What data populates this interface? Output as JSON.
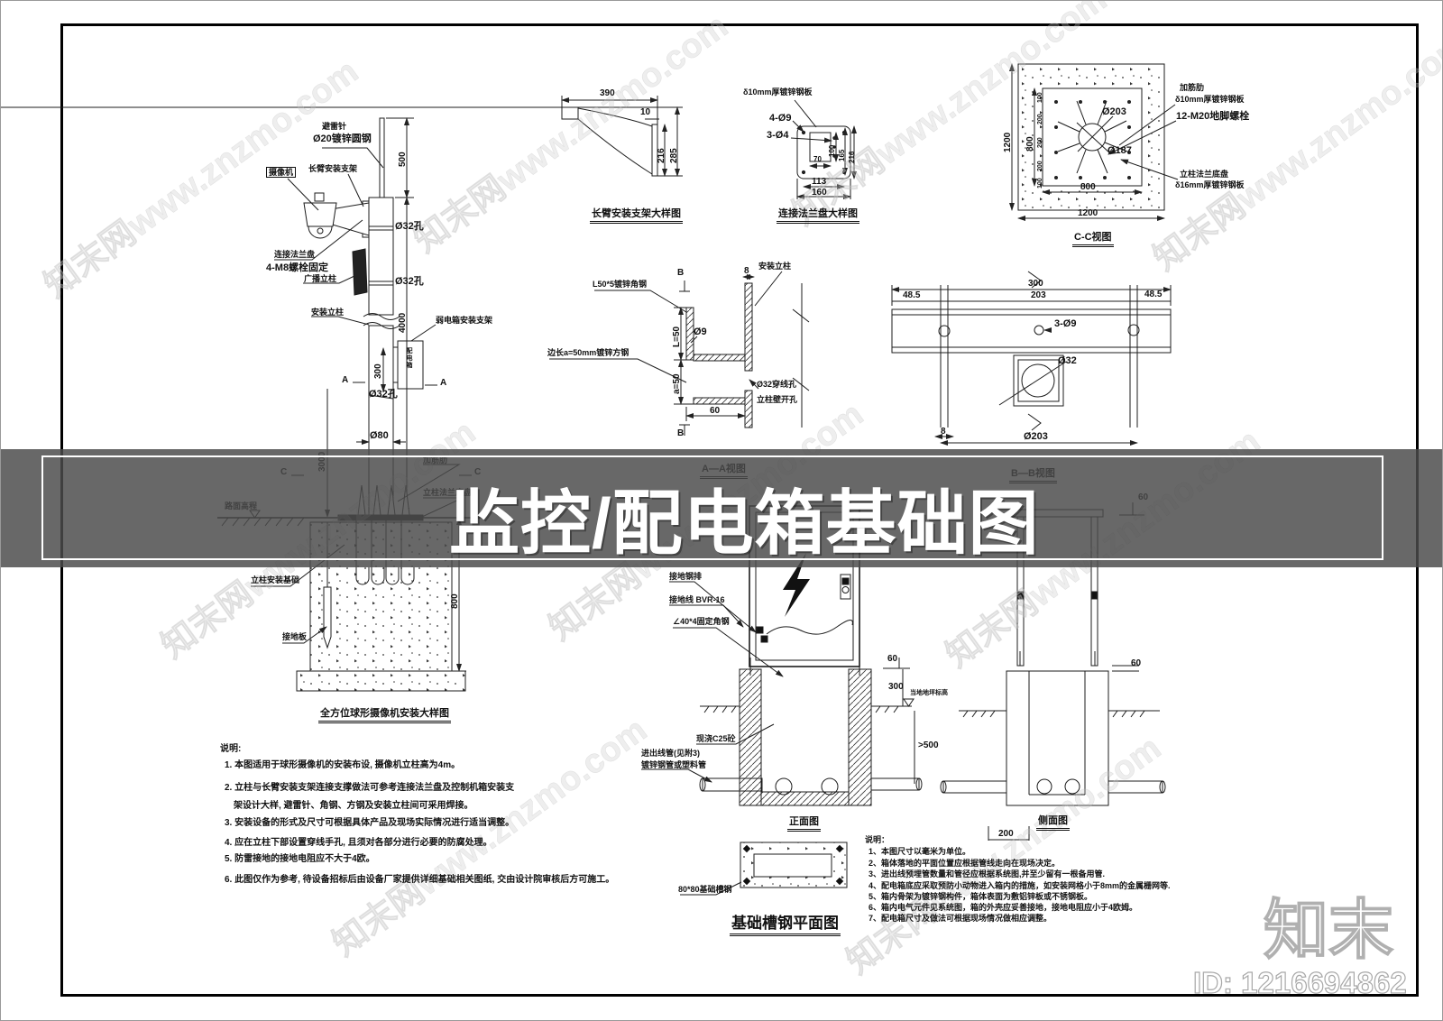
{
  "banner": {
    "title": "监控/配电箱基础图"
  },
  "watermark": {
    "text": "知末网www.znzmo.com",
    "brand": "知末",
    "id_label": "ID: 1216694862"
  },
  "pole": {
    "lightning_rod": "避雷针",
    "rod_spec": "Ø20镀锌圆钢",
    "dim_500": "500",
    "camera": "摄像机",
    "arm": "长臂安装支架",
    "hole_1": "Ø32孔",
    "flange": "连接法兰盘",
    "bolts": "4-M8螺栓固定",
    "speaker_pole": "广播立柱",
    "hole_2": "Ø32孔",
    "mount_pole": "安装立柱",
    "dim_4000": "4000",
    "box_bracket": "弱电箱安装支架",
    "box_label": "配电箱",
    "dim_300": "300",
    "hole_3": "Ø32孔",
    "dim_80": "Ø80",
    "dim_3000": "3000",
    "marker_a_left": "A",
    "marker_a_right": "A"
  },
  "foundation": {
    "marker_c_left": "C",
    "marker_c_right": "C",
    "rib": "加筋肋",
    "flange_base": "立柱法兰底盘",
    "road_level": "路面高程",
    "base": "立柱安装基础",
    "ground_plate": "接地板",
    "dim_800": "800",
    "caption": "全方位球形摄像机安装大样图"
  },
  "arm_detail": {
    "dim_390": "390",
    "dim_10": "10",
    "dim_216": "216",
    "dim_285": "285",
    "caption": "长臂安装支架大样图"
  },
  "flange_detail": {
    "plate_spec": "δ10mm厚镀锌钢板",
    "holes_9": "4-Ø9",
    "holes_4": "3-Ø4",
    "dim_100": "100",
    "dim_165": "165",
    "dim_216": "216",
    "dim_70": "70",
    "dim_113": "113",
    "dim_160": "160",
    "caption": "连接法兰盘大样图"
  },
  "cc_view": {
    "dia_203": "Ø203",
    "dia_187": "Ø187",
    "dim_1200_v": "1200",
    "dim_800_v": "800",
    "chain": [
      "100",
      "200",
      "200",
      "200",
      "100"
    ],
    "dim_800_h": "800",
    "dim_1200_h": "1200",
    "rib": "加筋肋",
    "plate10": "δ10mm厚镀锌钢板",
    "anchor": "12-M20地脚螺栓",
    "flange_base": "立柱法兰底盘",
    "plate16": "δ16mm厚镀锌钢板",
    "caption": "C-C视图"
  },
  "aa_view": {
    "marker_b_top": "B",
    "marker_b_bottom": "B",
    "angle": "L50*5镀锌角钢",
    "square_tube": "边长a=50mm镀锌方钢",
    "post": "安装立柱",
    "dim_8": "8",
    "dim_l50": "L=50",
    "dim_a50": "a=50",
    "dia_9": "Ø9",
    "hole": "Ø32穿线孔",
    "hole2": "立柱壁开孔",
    "dim_60": "60",
    "caption": "A—A视图"
  },
  "bb_view": {
    "dim_300": "300",
    "dim_203": "203",
    "dim_485_l": "48.5",
    "dim_485_r": "48.5",
    "holes": "3-Ø9",
    "dia_32": "Ø32",
    "dim_8": "8",
    "dia_203": "Ø203",
    "caption": "B—B视图"
  },
  "front_view": {
    "ground_bar": "接地钢排",
    "ground_wire": "接地线 BVR-16",
    "angle_steel": "∠40*4固定角钢",
    "concrete": "现浇C25砼",
    "pipes1": "进出线管(见附3)",
    "pipes2": "镀锌钢管或塑料管",
    "dim_60": "60",
    "dim_300": "300",
    "local_level": "当地地坪标高",
    "dim_500": ">500",
    "caption": "正面图"
  },
  "side_view": {
    "dim_60_top": "60",
    "dim_60_mid": "60",
    "dim_200": "200",
    "caption": "侧面图"
  },
  "channel_plan": {
    "channel": "80*80基础槽钢",
    "caption": "基础槽钢平面图"
  },
  "notes_left": {
    "title": "说明:",
    "items": [
      "1. 本图适用于球形摄像机的安装布设, 摄像机立柱高为4m。",
      "2. 立柱与长臂安装支架连接支撑做法可参考连接法兰盘及控制机箱安装支",
      "架设计大样, 避雷针、角钢、方钢及安装立柱间可采用焊接。",
      "3. 安装设备的形式及尺寸可根据具体产品及现场实际情况进行适当调整。",
      "4. 应在立柱下部设置穿线手孔, 且须对各部分进行必要的防腐处理。",
      "5. 防雷接地的接地电阻应不大于4欧。",
      "6. 此图仅作为参考, 待设备招标后由设备厂家提供详细基础相关图纸, 交由设计院审核后方可施工。"
    ]
  },
  "notes_right": {
    "title": "说明：",
    "items": [
      "1、本图尺寸以毫米为单位。",
      "2、箱体落地的平面位置应根据管线走向在现场决定。",
      "3、进出线预埋管数量和管径应根据系统图,并至少留有一根备用管.",
      "4、配电箱底应采取预防小动物进入箱内的措施，如安装网格小于8mm的金属栅网等.",
      "5、箱内骨架为镀锌钢构件，箱体表面为敷铝锌板或不锈钢板。",
      "6、箱内电气元件见系统图，箱的外壳应妥善接地，接地电阻应小于4欧姆。",
      "7、配电箱尺寸及做法可根据现场情况做相应调整。"
    ]
  }
}
